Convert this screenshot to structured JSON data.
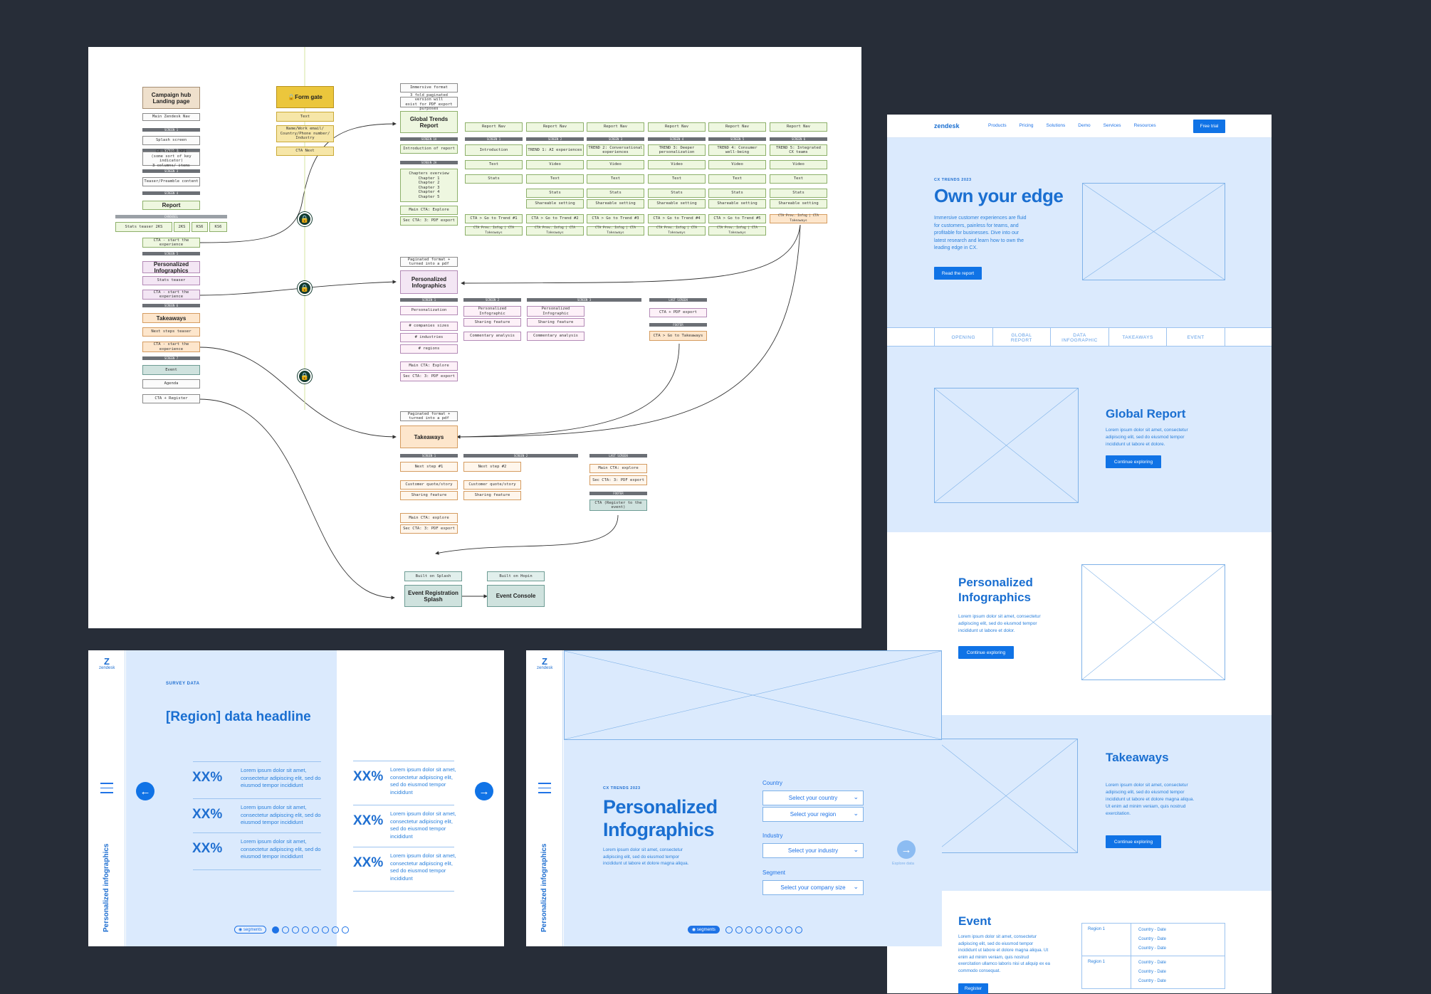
{
  "flow": {
    "hub": {
      "title": "Campaign hub\nLanding page",
      "nav": "Main Zendesk Nav",
      "s1": "SCREEN 1",
      "splash": "Splash screen",
      "s2": "SCREEN 2",
      "trends": "CX trends KPI\n(some sort of key indicator)\n3 columns/ items",
      "s3": "SCREEN 3",
      "teaser": "Teaser/Preamble content",
      "s4": "SCREEN 4",
      "report": "Report",
      "carousel": "CAROUSEL",
      "stats": [
        "Stats teaser 2KS",
        "2KS",
        "KS6",
        "KS6"
      ],
      "cta1": "CTA - start the\nexperience",
      "s5": "SCREEN 5",
      "infographics": "Personalized\nInfographics",
      "stat_teaser": "Stats teaser",
      "cta2": "CTA - start the\nexperience",
      "s6": "SCREEN 6",
      "takeaways": "Takeaways",
      "next_steps": "Next steps teaser",
      "cta3": "CTA - start the\nexperience",
      "s7": "SCREEN 7",
      "event": "Event",
      "agenda": "Agenda",
      "cta4": "CTA + Register"
    },
    "gate": {
      "title": "Form gate",
      "text": "Text",
      "fields": "Name/Work email/\nCountry/Phone number/\nIndustry",
      "next": "CTA Next"
    },
    "gtr": {
      "immersive": "Immersive format",
      "paginated": "3 fold paginated version will\nexist for PDF export purposes",
      "title": "Global Trends\nReport",
      "s1": "SCREEN 1A",
      "intro": "Introduction of report",
      "s2": "SCREEN 2A",
      "overview": "Chapters overview\nChapter 1\nChapter 2\nChapter 3\nChapter 4\nChapter 5",
      "main_cta": "Main CTA: Explore",
      "sec_cta": "Sec CTA: 3: PDF export"
    },
    "trend_cols": [
      {
        "nav": "Report Nav",
        "screen": "SCREEN 1",
        "title": "Introduction",
        "r1": "Text",
        "r2": "Stats",
        "r3": "",
        "r4": "",
        "cta": "CTA > Go to Trend #1",
        "foot": "CTA Prev. Infog | CTA Takeaways"
      },
      {
        "nav": "Report Nav",
        "screen": "SCREEN 2",
        "title": "TREND 1: AI experiences",
        "r1": "Video",
        "r2": "Text",
        "r3": "Stats",
        "r4": "Shareable setting",
        "cta": "CTA > Go to Trend #2",
        "foot": "CTA Prev. Infog | CTA Takeaways"
      },
      {
        "nav": "Report Nav",
        "screen": "SCREEN 3",
        "title": "TREND 2: Conversational\nexperiences",
        "r1": "Video",
        "r2": "Text",
        "r3": "Stats",
        "r4": "Shareable setting",
        "cta": "CTA > Go to Trend #3",
        "foot": "CTA Prev. Infog | CTA Takeaways"
      },
      {
        "nav": "Report Nav",
        "screen": "SCREEN 4",
        "title": "TREND 3: Deeper\npersonalization",
        "r1": "Video",
        "r2": "Text",
        "r3": "Stats",
        "r4": "Shareable setting",
        "cta": "CTA > Go to Trend #4",
        "foot": "CTA Prev. Infog | CTA Takeaways"
      },
      {
        "nav": "Report Nav",
        "screen": "SCREEN 5",
        "title": "TREND 4: Consumer\nwell-being",
        "r1": "Video",
        "r2": "Text",
        "r3": "Stats",
        "r4": "Shareable setting",
        "cta": "CTA > Go to Trend #5",
        "foot": "CTA Prev. Infog | CTA Takeaways"
      },
      {
        "nav": "Report Nav",
        "screen": "SCREEN 6",
        "title": "TREND 5: Integrated\nCX teams",
        "r1": "Video",
        "r2": "Text",
        "r3": "Stats",
        "r4": "Shareable setting",
        "cta": "",
        "foot": "CTA Prev. Infog | CTA Takeaways"
      }
    ],
    "infog": {
      "paginated": "Paginated format +\nturned into a pdf",
      "title": "Personalized\nInfographics",
      "s1": "SCREEN 1",
      "personalization": "Personalization",
      "companies": "# companies sizes",
      "industries": "# industries",
      "regions": "# regions",
      "main_cta": "Main CTA: Explore",
      "sec_cta": "Sec CTA: 3: PDF export",
      "s2": "SCREEN 2",
      "pi": "Personalized\nInfographic",
      "share": "Sharing feature",
      "commentary": "Commentary analysis",
      "s3": "SCREEN 3",
      "pi2": "Personalized\nInfographic",
      "share2": "Sharing feature",
      "commentary2": "Commentary analysis",
      "last": "LAST SCREEN",
      "pdf": "CTA + PDF export",
      "footer": "FOOTER",
      "takeaways": "CTA > Go to Takeaways"
    },
    "take": {
      "paginated": "Paginated format +\nturned into a pdf",
      "title": "Takeaways",
      "s1": "SCREEN 1",
      "ns1": "Next step #1",
      "quote": "Customer quote/story",
      "share": "Sharing feature",
      "main_cta": "Main CTA: explore",
      "sec_cta": "Sec CTA: 3: PDF export",
      "s2": "SCREEN 2",
      "ns2": "Next step #2",
      "quote2": "Customer quote/story",
      "share2": "Sharing feature",
      "last": "LAST SCREEN",
      "l_main": "Main CTA: explore",
      "l_sec": "Sec CTA: 3: PDF export",
      "footer": "FOOTER",
      "cta_event": "CTA (Register to the\nevent)"
    },
    "event": {
      "splash_tag": "Built on Splash",
      "splash": "Event Registration\nSplash",
      "hopin_tag": "Built on Hopin",
      "console": "Event Console"
    }
  },
  "web": {
    "logo": "zendesk",
    "nav": [
      "Products",
      "Pricing",
      "Solutions",
      "Demo",
      "Services",
      "Resources"
    ],
    "trial": "Free trial",
    "eyebrow": "CX TRENDS 2023",
    "hero": "Own your edge",
    "hero_text": "Immersive customer experiences are fluid for customers, painless for teams, and profitable for businesses. Dive into our latest research and learn how to own the leading edge in CX.",
    "hero_btn": "Read the report",
    "tabs": [
      "OPENING",
      "GLOBAL\nREPORT",
      "DATA\nINFOGRAPHIC",
      "TAKEAWAYS",
      "EVENT"
    ],
    "gr_title": "Global Report",
    "gr_text": "Lorem ipsum dolor sit amet, consectetur adipiscing elit, sed do eiusmod tempor incididunt ut labore et dolore.",
    "gr_btn": "Continue exploring",
    "pi_title": "Personalized\nInfographics",
    "pi_text": "Lorem ipsum dolor sit amet, consectetur adipiscing elit, sed do eiusmod tempor incididunt ut labore et dolor.",
    "pi_btn": "Continue exploring",
    "tk_title": "Takeaways",
    "tk_text": "Lorem ipsum dolor sit amet, consectetur adipiscing elit, sed do eiusmod tempor incididunt ut labore et dolore magna aliqua. Ut enim ad minim veniam, quis nostrud exercitation.",
    "tk_btn": "Continue exploring",
    "ev_title": "Event",
    "ev_text": "Lorem ipsum dolor sit amet, consectetur adipiscing elit, sed do eiusmod tempor incididunt ut labore et dolore magna aliqua. Ut enim ad minim veniam, quis nostrud exercitation ullamco laboris nisi ut aliquip ex ea commodo consequat.",
    "ev_btn": "Register",
    "regions": [
      {
        "name": "Region 1",
        "dates": [
          "Country - Date",
          "Country - Date",
          "Country - Date"
        ]
      },
      {
        "name": "Region 1",
        "dates": [
          "Country - Date",
          "Country - Date",
          "Country - Date"
        ]
      }
    ]
  },
  "slide1": {
    "logo": "zendesk",
    "vert": "Personalized infographics",
    "eyebrow": "SURVEY DATA",
    "headline": "[Region] data headline",
    "left": [
      {
        "stat": "XX%",
        "text": "Lorem ipsum dolor sit amet, consectetur adipiscing elit, sed do eiusmod tempor incididunt"
      },
      {
        "stat": "XX%",
        "text": "Lorem ipsum dolor sit amet, consectetur adipiscing elit, sed do eiusmod tempor incididunt"
      },
      {
        "stat": "XX%",
        "text": "Lorem ipsum dolor sit amet, consectetur adipiscing elit, sed do eiusmod tempor incididunt"
      }
    ],
    "right": [
      {
        "stat": "XX%",
        "text": "Lorem ipsum dolor sit amet, consectetur adipiscing elit, sed do eiusmod tempor incididunt"
      },
      {
        "stat": "XX%",
        "text": "Lorem ipsum dolor sit amet, consectetur adipiscing elit, sed do eiusmod tempor incididunt"
      },
      {
        "stat": "XX%",
        "text": "Lorem ipsum dolor sit amet, consectetur adipiscing elit, sed do eiusmod tempor incididunt"
      }
    ],
    "segments": "segments"
  },
  "slide2": {
    "logo": "zendesk",
    "vert": "Personalized infographics",
    "eyebrow": "CX TRENDS 2023",
    "title": "Personalized\nInfographics",
    "text": "Lorem ipsum dolor sit amet, consectetur adipiscing elit, sed do eiusmod tempor incididunt ut labore et dolore magna aliqua.",
    "country_label": "Country",
    "country": "Select your country",
    "region": "Select your region",
    "industry_label": "Industry",
    "industry": "Select your industry",
    "segment_label": "Segment",
    "segment": "Select your company size",
    "explore": "Explore data",
    "segments": "segments"
  },
  "colors": {
    "background": "#272d38",
    "accent": "#1073e6",
    "light_blue": "#dbeafd"
  }
}
